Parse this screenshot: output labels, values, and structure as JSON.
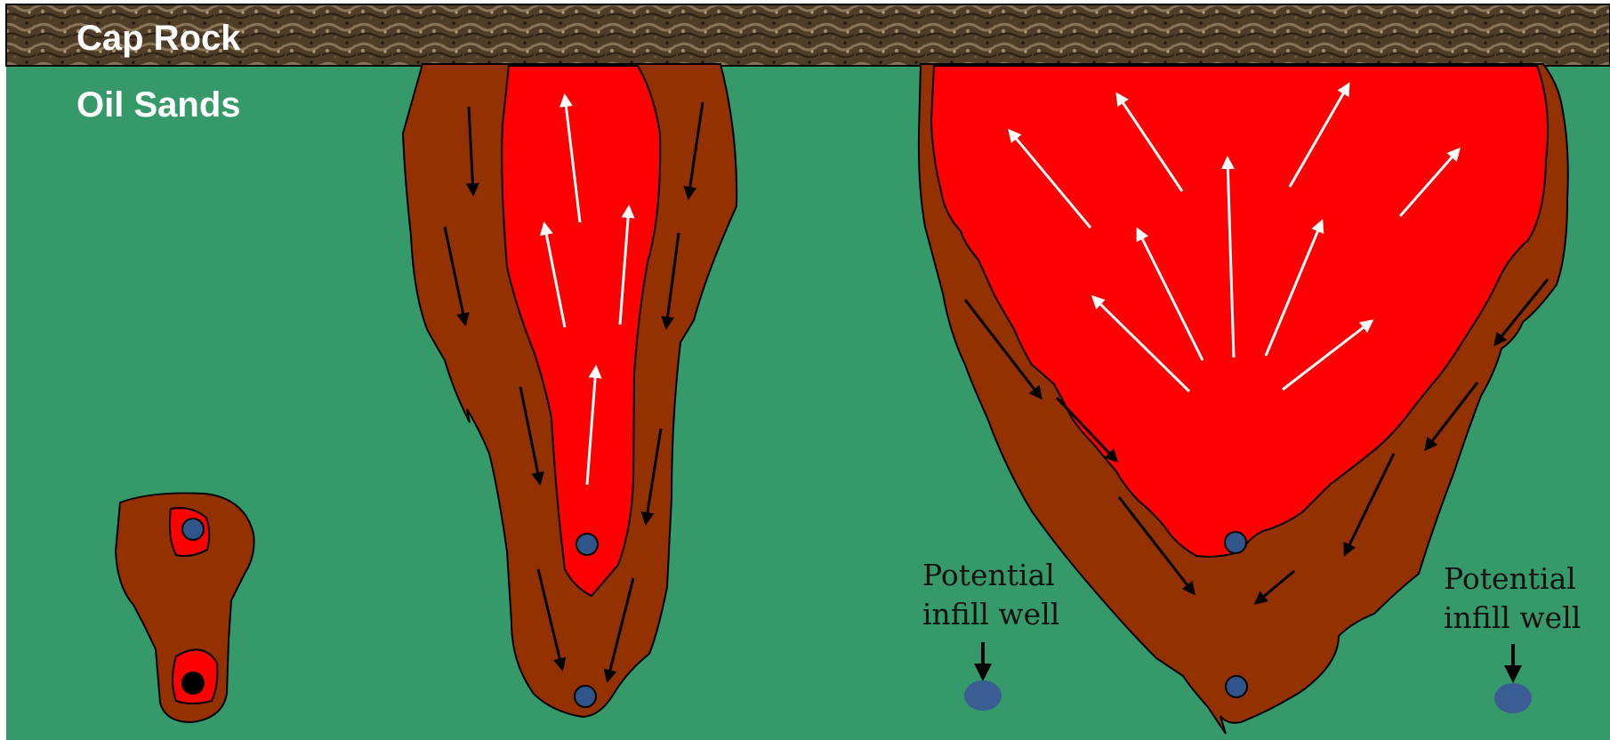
{
  "layers": {
    "cap_rock": "Cap Rock",
    "oil_sands": "Oil Sands"
  },
  "infill_wells": [
    {
      "line1": "Potential",
      "line2": "infill well"
    },
    {
      "line1": "Potential",
      "line2": "infill well"
    }
  ],
  "colors": {
    "oil_sands": "#36996a",
    "mobile_oil": "#933100",
    "steam_chamber": "#ff0000",
    "well": "#2f558a",
    "infill_well": "#3a5d93",
    "cap_rock": "#4e3b26",
    "heat_arrow": "#ffffff",
    "drain_arrow": "#000000"
  }
}
